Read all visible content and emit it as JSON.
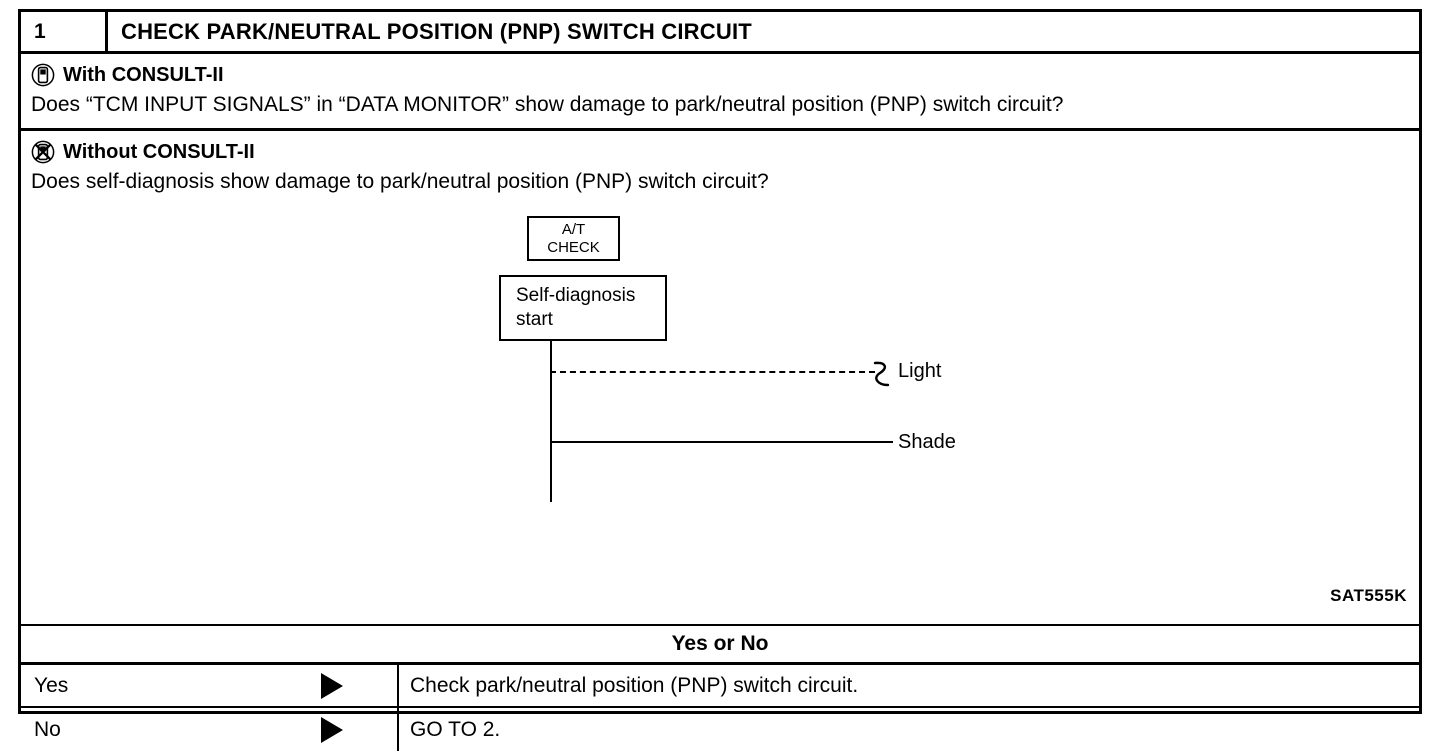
{
  "header": {
    "step_number": "1",
    "title": "CHECK PARK/NEUTRAL POSITION (PNP) SWITCH CIRCUIT"
  },
  "with_consult": {
    "icon": "consult-tool-icon",
    "heading": "With CONSULT-II",
    "question": "Does “TCM INPUT SIGNALS” in “DATA MONITOR” show damage to park/neutral position (PNP) switch circuit?"
  },
  "without_consult": {
    "icon": "consult-tool-crossed-out-icon",
    "heading": "Without CONSULT-II",
    "question": "Does self-diagnosis show damage to park/neutral position (PNP) switch circuit?"
  },
  "illustration": {
    "at_check_line1": "A/T",
    "at_check_line2": "CHECK",
    "self_diagnosis_line1": "Self-diagnosis",
    "self_diagnosis_line2": "start",
    "light_label": "Light",
    "shade_label": "Shade",
    "figure_code": "SAT555K"
  },
  "judgement": {
    "label": "Yes or No"
  },
  "answers": [
    {
      "label": "Yes",
      "arrow": "right-triangle-icon",
      "action": "Check park/neutral position (PNP) switch circuit."
    },
    {
      "label": "No",
      "arrow": "right-triangle-icon",
      "action": "GO TO 2."
    }
  ],
  "colors": {
    "ink": "#000000",
    "paper": "#ffffff"
  }
}
